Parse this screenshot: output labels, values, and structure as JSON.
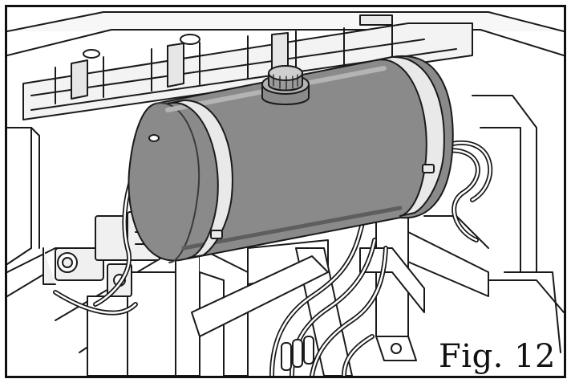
{
  "figure": {
    "caption": "Fig. 12"
  },
  "colors": {
    "line": "#1a1a1a",
    "tank": "#8a8a8a",
    "tank_light": "#b4b4b4",
    "tank_dark": "#5e5e5e",
    "frame_fill": "#f7f7f7",
    "background": "#ffffff"
  },
  "parts": [
    "frame",
    "top-hopper",
    "spray-tank",
    "filler-cap",
    "tank-straps",
    "hydraulic-hoses",
    "valves",
    "hitch-frame",
    "hose-couplers"
  ]
}
